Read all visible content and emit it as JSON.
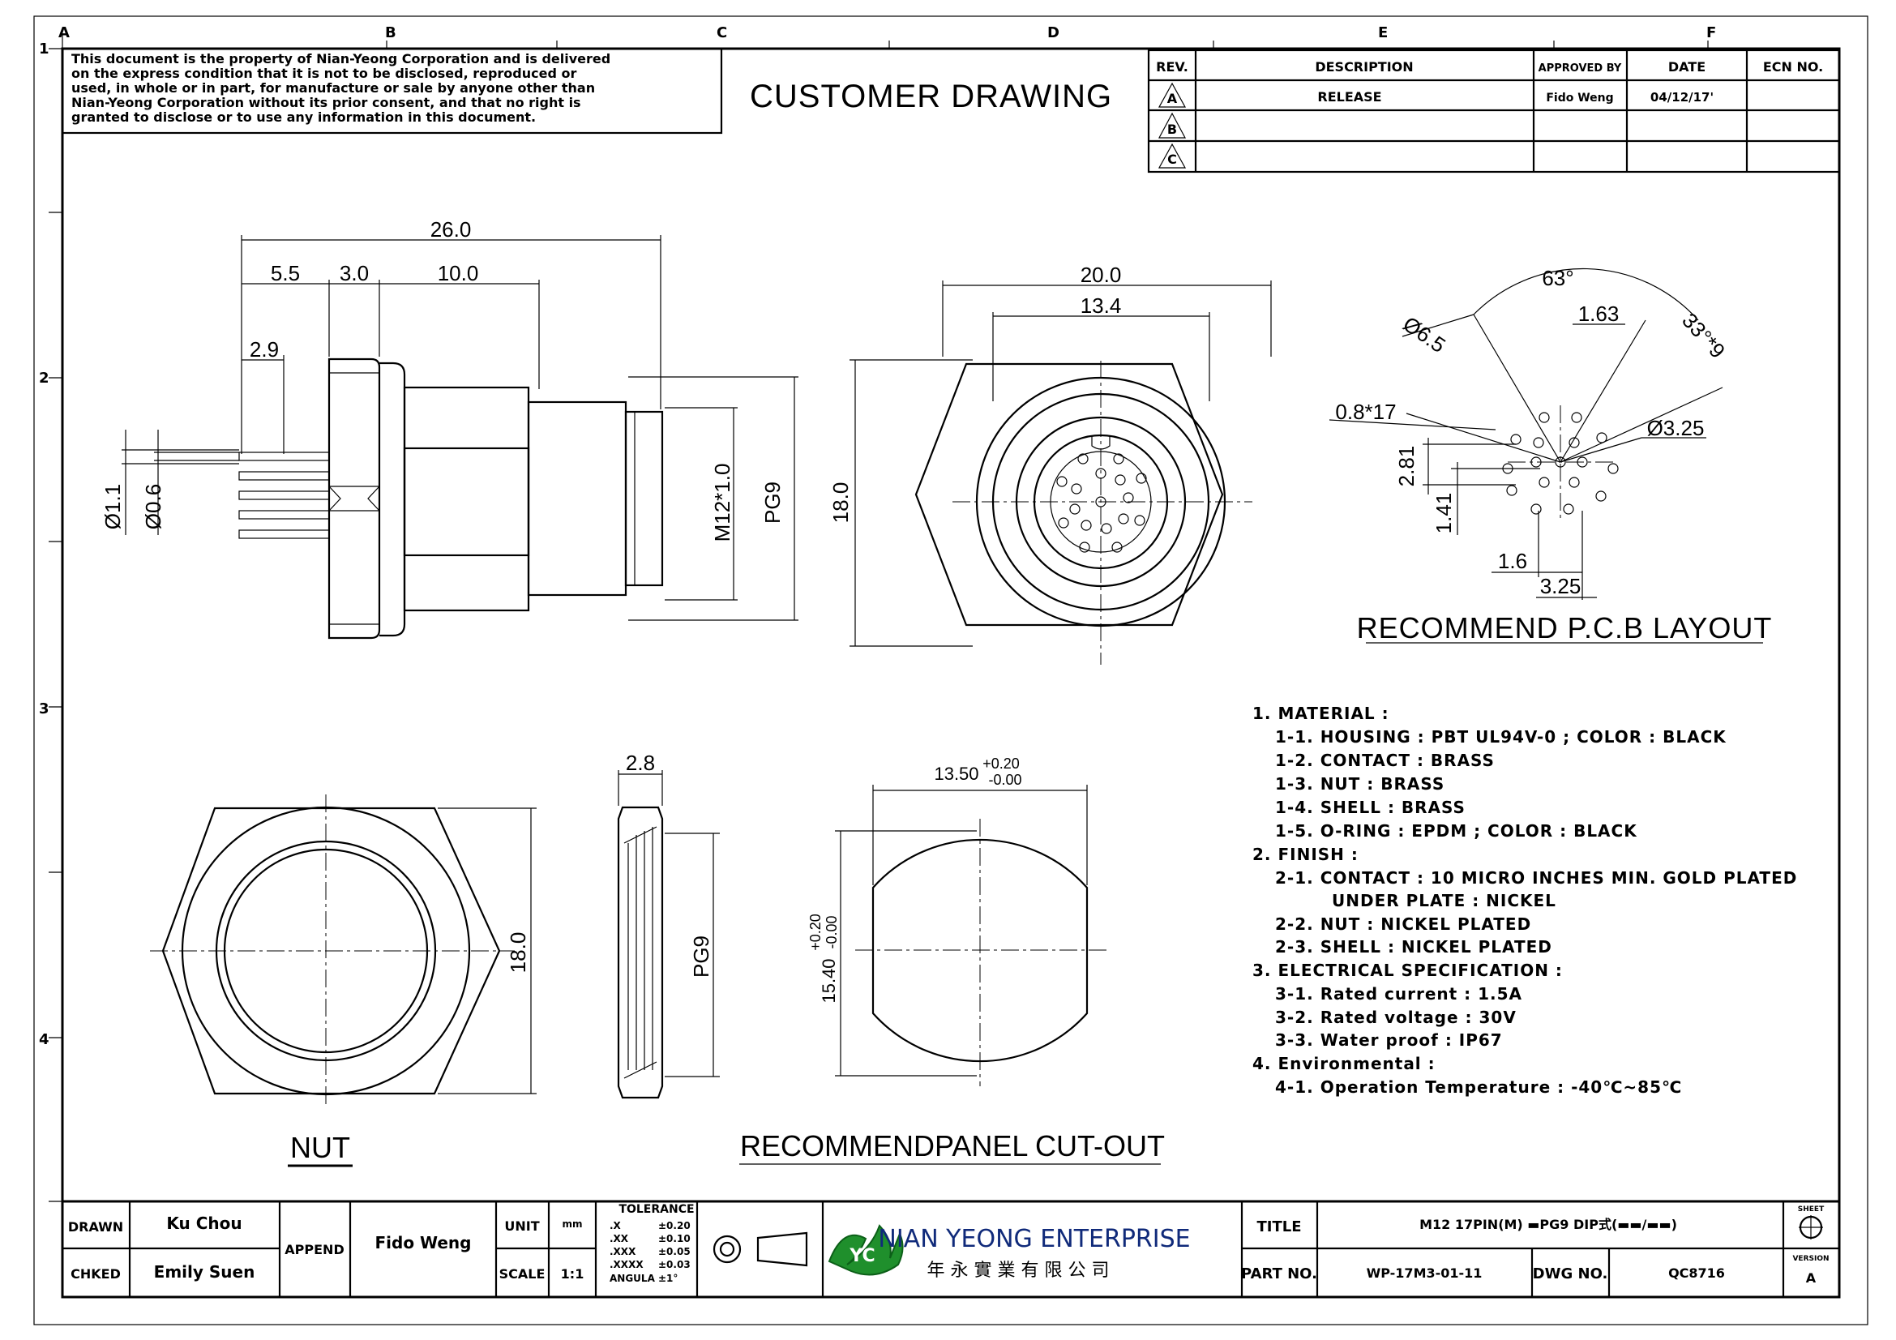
{
  "drawing_title": "CUSTOMER DRAWING",
  "grid": {
    "columns": [
      "A",
      "B",
      "C",
      "D",
      "E",
      "F"
    ],
    "rows": [
      "1",
      "2",
      "3",
      "4"
    ]
  },
  "notice": [
    "This document is the property of Nian-Yeong Corporation and is delivered",
    "on  the  express condition that it is not to be disclosed, reproduced or",
    "used, in whole or in part, for manufacture or sale by anyone other than",
    "Nian-Yeong Corporation without  its prior consent, and that  no right  is",
    "granted to disclose or to use any information in this  document."
  ],
  "revision_table": {
    "headers": [
      "REV.",
      "DESCRIPTION",
      "APPROVED BY",
      "DATE",
      "ECN NO."
    ],
    "rows": [
      {
        "rev": "A",
        "description": "RELEASE",
        "approved_by": "Fido Weng",
        "date": "04/12/17'",
        "ecn": ""
      },
      {
        "rev": "B",
        "description": "",
        "approved_by": "",
        "date": "",
        "ecn": ""
      },
      {
        "rev": "C",
        "description": "",
        "approved_by": "",
        "date": "",
        "ecn": ""
      }
    ]
  },
  "dimensions": {
    "side_view": {
      "overall": "26.0",
      "d1": "5.5",
      "d2": "3.0",
      "d3": "10.0",
      "pin": "2.9",
      "dia1": "Ø1.1",
      "dia2": "Ø0.6",
      "thread": "M12*1.0",
      "pg": "PG9"
    },
    "front_view": {
      "width": "20.0",
      "inner": "13.4",
      "height": "18.0"
    },
    "pcb": {
      "angle": "63°",
      "pitch": "1.63",
      "arc": "33°*9",
      "dia_outer": "Ø6.5",
      "hole": "0.8*17",
      "dia_inner": "Ø3.25",
      "v1": "2.81",
      "v2": "1.41",
      "h1": "1.6",
      "h2": "3.25",
      "caption": "RECOMMEND P.C.B LAYOUT"
    },
    "nut": {
      "height": "18.0",
      "thickness": "2.8",
      "thread": "PG9",
      "caption": "NUT"
    },
    "cutout": {
      "width": "13.50",
      "width_tol_plus": "+0.20",
      "width_tol_minus": "-0.00",
      "height": "15.40",
      "height_tol_plus": "+0.20",
      "height_tol_minus": "-0.00",
      "caption": "RECOMMENDPANEL CUT-OUT"
    }
  },
  "notes": [
    "1. MATERIAL :",
    "1-1. HOUSING : PBT UL94V-0 ; COLOR : BLACK",
    "1-2. CONTACT : BRASS",
    "1-3. NUT : BRASS",
    "1-4. SHELL : BRASS",
    "1-5. O-RING : EPDM ; COLOR : BLACK",
    "2. FINISH :",
    "2-1. CONTACT : 10 MICRO INCHES MIN. GOLD PLATED",
    "UNDER PLATE : NICKEL",
    "2-2. NUT : NICKEL PLATED",
    "2-3. SHELL : NICKEL PLATED",
    "3. ELECTRICAL SPECIFICATION :",
    "3-1. Rated current : 1.5A",
    "3-2. Rated voltage : 30V",
    "3-3. Water proof : IP67",
    "4. Environmental :",
    "4-1. Operation Temperature : -40℃~85℃"
  ],
  "title_block": {
    "drawn_label": "DRAWN",
    "drawn": "Ku Chou",
    "checked_label": "CHKED",
    "checked": "Emily Suen",
    "append_label": "APPEND",
    "append": "Fido Weng",
    "unit_label": "UNIT",
    "unit": "mm",
    "scale_label": "SCALE",
    "scale": "1:1",
    "tolerance_label": "TOLERANCE",
    "tolerances": [
      {
        "k": ".X",
        "v": "±0.20"
      },
      {
        "k": ".XX",
        "v": "±0.10"
      },
      {
        "k": ".XXX",
        "v": "±0.05"
      },
      {
        "k": ".XXXX",
        "v": "±0.03"
      },
      {
        "k": "ANGULA",
        "v": "±1°"
      }
    ],
    "company_en": "NIAN YEONG ENTERPRISE",
    "company_cn": "年 永 實 業 有 限 公 司",
    "title_label": "TITLE",
    "title": "M12 17PIN(M) ▬PG9 DIP式(▬▬/▬▬)",
    "part_label": "PART NO.",
    "part_no": "WP-17M3-01-11",
    "dwg_label": "DWG NO.",
    "dwg_no": "QC8716",
    "sheet_label": "SHEET",
    "version_label": "VERSION",
    "version": "A"
  }
}
